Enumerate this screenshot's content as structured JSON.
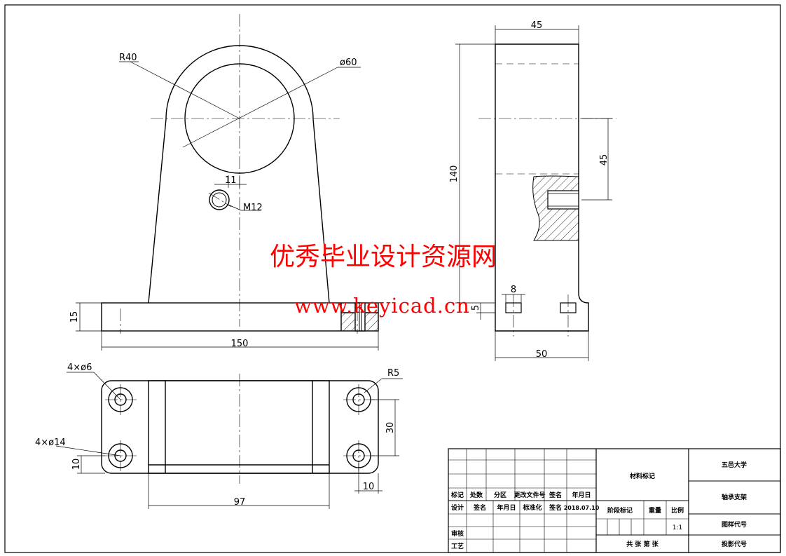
{
  "drawing": {
    "front_view": {
      "dims": {
        "r40": "R40",
        "d60": "ø60",
        "d11": "11",
        "m12": "M12",
        "h15": "15",
        "w150": "150"
      }
    },
    "side_view": {
      "dims": {
        "w45_top": "45",
        "h140": "140",
        "h45": "45",
        "w8": "8",
        "h5": "5",
        "w50": "50"
      }
    },
    "top_view": {
      "dims": {
        "holes6": "4×ø6",
        "holes14": "4×ø14",
        "r5": "R5",
        "v30": "30",
        "v10": "10",
        "h10": "10",
        "w97": "97"
      }
    }
  },
  "watermark": {
    "line1": "优秀毕业设计资源网",
    "line2": "www.keyicad.cn"
  },
  "title_block": {
    "head_row": [
      "标记",
      "处数",
      "分区",
      "更改文件号",
      "签名",
      "年月日"
    ],
    "design_row": [
      "设计",
      "签名",
      "年月日",
      "标准化",
      "签名",
      "2018.07.10"
    ],
    "review": "审核",
    "process": "工艺",
    "material": "材料标记",
    "stage": "阶段标记",
    "weight": "重量",
    "scale_label": "比例",
    "scale_value": "1:1",
    "sheets": "共 张 第 张",
    "school": "五邑大学",
    "part_name": "轴承支架",
    "drawing_no": "图样代号",
    "replace_no": "投影代号"
  },
  "colors": {
    "line": "#000000",
    "watermark": "#ff0000"
  }
}
